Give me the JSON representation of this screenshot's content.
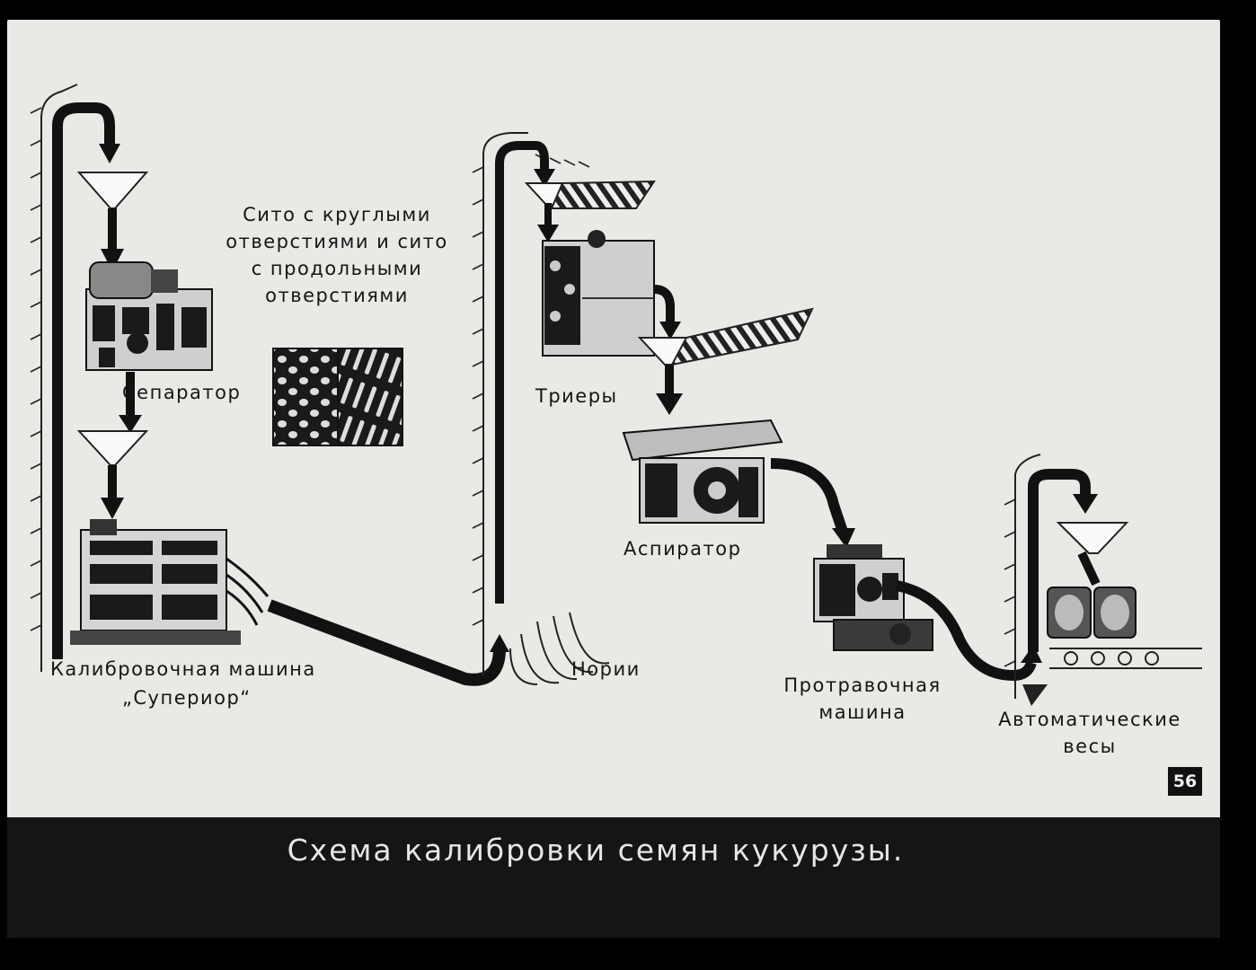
{
  "labels": {
    "separator": "Сепаратор",
    "sieve_note": "Сито с круглыми\nотверстиями и сито\nс продольными\nотверстиями",
    "calibrator_line1": "Калибровочная машина",
    "calibrator_line2": "„Супериор“",
    "triers": "Триеры",
    "noria": "Нории",
    "aspirator": "Аспиратор",
    "treater": "Протравочная\nмашина",
    "scales": "Автоматические\nвесы"
  },
  "page_number": "56",
  "caption": "Схема калибровки семян кукурузы.",
  "colors": {
    "background": "#e9e9e6",
    "ink": "#151515",
    "caption_bar": "#151515",
    "caption_text": "#e6e6e6"
  }
}
